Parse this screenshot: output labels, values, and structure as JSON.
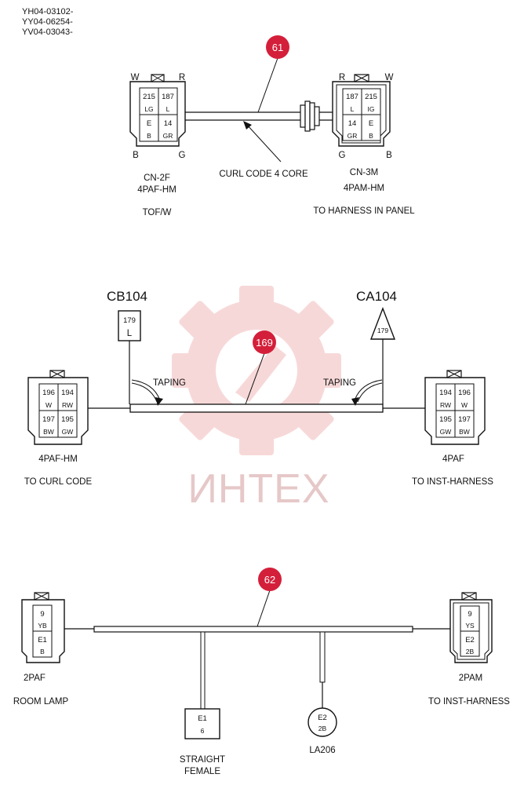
{
  "header": {
    "codes": [
      "YH04-03102-",
      "YY04-06254-",
      "YV04-03043-"
    ]
  },
  "watermark": {
    "text": "ИНТЕХ"
  },
  "colors": {
    "badge": "#d41f3a",
    "line": "#111111",
    "watermark": "#f3c6c6"
  },
  "section1": {
    "badge": "61",
    "left_connector": {
      "corner_labels": [
        "W",
        "R",
        "B",
        "G"
      ],
      "cells": [
        "215",
        "LG",
        "187",
        "L",
        "E",
        "B",
        "14",
        "GR"
      ],
      "name": "CN-2F",
      "type": "4PAF-HM",
      "destination": "TOF/W"
    },
    "cable_label": "CURL CODE 4 CORE",
    "right_connector": {
      "corner_labels": [
        "R",
        "W",
        "G",
        "B"
      ],
      "cells": [
        "187",
        "L",
        "215",
        "IG",
        "14",
        "GR",
        "E",
        "B"
      ],
      "name": "CN-3M",
      "type": "4PAM-HM",
      "destination": "TO HARNESS IN PANEL"
    }
  },
  "section2": {
    "badge": "169",
    "ground_left": {
      "name": "CB104",
      "wire": "179",
      "color": "L"
    },
    "ground_right": {
      "name": "CA104",
      "wire": "179"
    },
    "taping_left": "TAPING",
    "taping_right": "TAPING",
    "left_connector": {
      "cells": [
        "196",
        "W",
        "194",
        "RW",
        "197",
        "BW",
        "195",
        "GW"
      ],
      "type": "4PAF-HM",
      "destination": "TO CURL CODE"
    },
    "right_connector": {
      "cells": [
        "194",
        "RW",
        "196",
        "W",
        "195",
        "GW",
        "197",
        "BW"
      ],
      "type": "4PAF",
      "destination": "TO INST-HARNESS"
    }
  },
  "section3": {
    "badge": "62",
    "left_connector": {
      "cells": [
        "9",
        "YB",
        "E1",
        "B"
      ],
      "type": "2PAF",
      "destination": "ROOM LAMP"
    },
    "right_connector": {
      "cells": [
        "9",
        "YS",
        "E2",
        "2B"
      ],
      "type": "2PAM",
      "destination": "TO INST-HARNESS"
    },
    "splice_box": {
      "id": "E1",
      "wire": "6",
      "label_line1": "STRAIGHT",
      "label_line2": "FEMALE"
    },
    "splice_round": {
      "id": "E2",
      "wire": "2B",
      "label": "LA206"
    }
  }
}
